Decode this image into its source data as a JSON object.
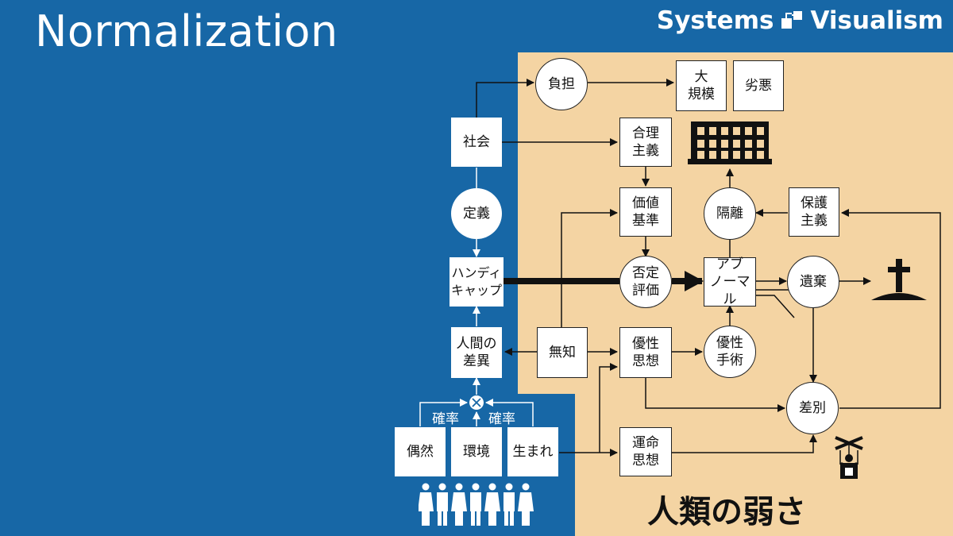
{
  "title": "Normalization",
  "brand": {
    "left": "Systems",
    "right": "Visualism"
  },
  "footer": "人類の弱さ",
  "nodes": {
    "futan": "負担",
    "daikibo": "大\n規模",
    "retsuaku": "劣悪",
    "shakai": "社会",
    "gouri": "合理\n主義",
    "teigi": "定義",
    "kachi": "価値\n基準",
    "kakuri": "隔離",
    "hogo": "保護\n主義",
    "handicap": "ハンディ\nキャップ",
    "hitei": "否定\n評価",
    "abnormal": "アブ\nノーマル",
    "iki": "遺棄",
    "sai": "人間の\n差異",
    "muchi": "無知",
    "yusei": "優性\n思想",
    "yuseishujutsu": "優性\n手術",
    "sabetsu": "差別",
    "guuzen": "偶然",
    "kankyou": "環境",
    "umare": "生まれ",
    "unmei": "運命\n思想"
  },
  "labels": {
    "kakuritsu_left": "確率",
    "kakuritsu_right": "確率"
  },
  "icons": [
    "logo-icon",
    "building-icon",
    "grave-icon",
    "puppet-icon",
    "people-icon",
    "multiply-icon"
  ],
  "colors": {
    "background": "#1767a6",
    "panel": "#f4d4a3"
  }
}
